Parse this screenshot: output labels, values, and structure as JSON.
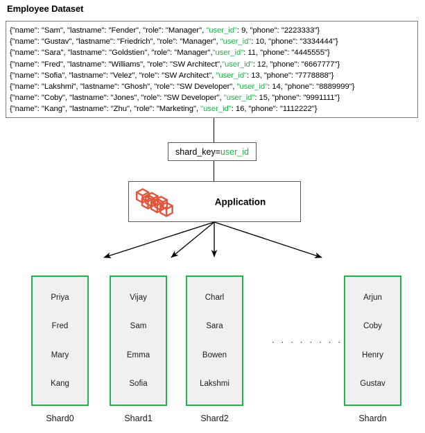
{
  "page_title": "Employee Dataset",
  "colors": {
    "highlight_green": "#22b14c",
    "shard_border": "#22b14c",
    "shard_fill": "#f0f0f0",
    "box_border_gray": "#7f7f7f",
    "cluster_icon": "#e0563c",
    "text": "#000000"
  },
  "dataset": {
    "records": [
      {
        "prefix": "{\"name\": \"Sam\", \"lastname\": \"Fender\", \"role\": \"Manager\", ",
        "key": "\"user_id\"",
        "suffix": ": 9,  \"phone\": \"2223333\"}"
      },
      {
        "prefix": "{\"name\": \"Gustav\", \"lastname\": \"Friedrich\", \"role\": \"Manager\", ",
        "key": "\"user_id\"",
        "suffix": ": 10, \"phone\": \"3334444\"}"
      },
      {
        "prefix": "{\"name\": \"Sara\", \"lastname\": \"Goldstien\", \"role\": \"Manager\",",
        "key": "\"user_id\"",
        "suffix": ": 11, \"phone\": \"4445555\"}"
      },
      {
        "prefix": "{\"name\": \"Fred\", \"lastname\": \"Williams\", \"role\": \"SW Architect\",",
        "key": "\"user_id\"",
        "suffix": ": 12, \"phone\": \"6667777\"}"
      },
      {
        "prefix": "{\"name\": \"Sofia\", \"lastname\": \"Velez\", \"role\": \"SW Architect\", ",
        "key": "\"user_id\"",
        "suffix": ": 13, \"phone\": \"7778888\"}"
      },
      {
        "prefix": "{\"name\": \"Lakshmi\", \"lastname\": \"Ghosh\", \"role\": \"SW Developer\", ",
        "key": "\"user_id\"",
        "suffix": ": 14, \"phone\": \"8889999\"}"
      },
      {
        "prefix": "{\"name\": \"Coby\", \"lastname\": \"Jones\", \"role\": \"SW Developer\", ",
        "key": "\"user_id\"",
        "suffix": ": 15, \"phone\": \"9991111\"}"
      },
      {
        "prefix": "{\"name\": \"Kang\", \"lastname\": \"Zhu\", \"role\": \"Marketing\", ",
        "key": "\"user_id\"",
        "suffix": ": 16, \"phone\": \"1112222\"}"
      }
    ]
  },
  "shard_key": {
    "label": "shard_key=",
    "value": "user_id"
  },
  "application": {
    "label": "Application",
    "icon": "cluster-cubes-icon"
  },
  "shards": [
    {
      "label": "Shard0",
      "names": [
        "Priya",
        "Fred",
        "Mary",
        "Kang"
      ]
    },
    {
      "label": "Shard1",
      "names": [
        "Vijay",
        "Sam",
        "Emma",
        "Sofia"
      ]
    },
    {
      "label": "Shard2",
      "names": [
        "Charl",
        "Sara",
        "Bowen",
        "Lakshmi"
      ]
    },
    {
      "label": "Shardn",
      "names": [
        "Arjun",
        "Coby",
        "Henry",
        "Gustav"
      ]
    }
  ],
  "ellipsis": ". . . . . . . ."
}
